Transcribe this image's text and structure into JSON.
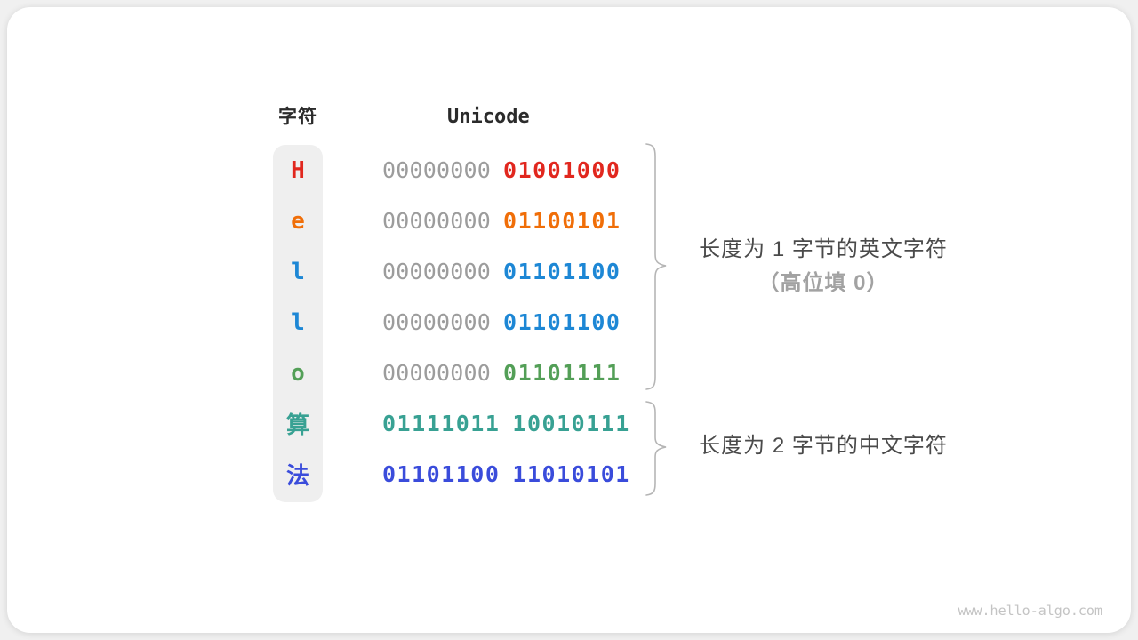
{
  "page": {
    "watermark": "www.hello-algo.com"
  },
  "table": {
    "headers": {
      "char": "字符",
      "unicode": "Unicode"
    },
    "rows": [
      {
        "char": "H",
        "color": "#e1271e",
        "byte1": "00000000",
        "byte2": "01001000",
        "byte1_muted": true
      },
      {
        "char": "e",
        "color": "#f06e08",
        "byte1": "00000000",
        "byte2": "01100101",
        "byte1_muted": true
      },
      {
        "char": "l",
        "color": "#1d87d5",
        "byte1": "00000000",
        "byte2": "01101100",
        "byte1_muted": true
      },
      {
        "char": "l",
        "color": "#1d87d5",
        "byte1": "00000000",
        "byte2": "01101100",
        "byte1_muted": true
      },
      {
        "char": "o",
        "color": "#539f57",
        "byte1": "00000000",
        "byte2": "01101111",
        "byte1_muted": true
      },
      {
        "char": "算",
        "color": "#38a193",
        "byte1": "01111011",
        "byte2": "10010111",
        "byte1_muted": false
      },
      {
        "char": "法",
        "color": "#3a4cdb",
        "byte1": "01101100",
        "byte2": "11010101",
        "byte1_muted": false
      }
    ]
  },
  "annotations": {
    "english": {
      "line1": "长度为 1 字节的英文字符",
      "line2": "（高位填 0）"
    },
    "chinese": {
      "line1": "长度为 2 字节的中文字符"
    }
  },
  "colors": {
    "muted_byte": "#9c9c9c",
    "brace": "#b5b5b5",
    "label_dark": "#4a4a4a",
    "label_gray": "#a2a2a2",
    "column_bg": "#efefef",
    "watermark": "#c4c4c4"
  }
}
